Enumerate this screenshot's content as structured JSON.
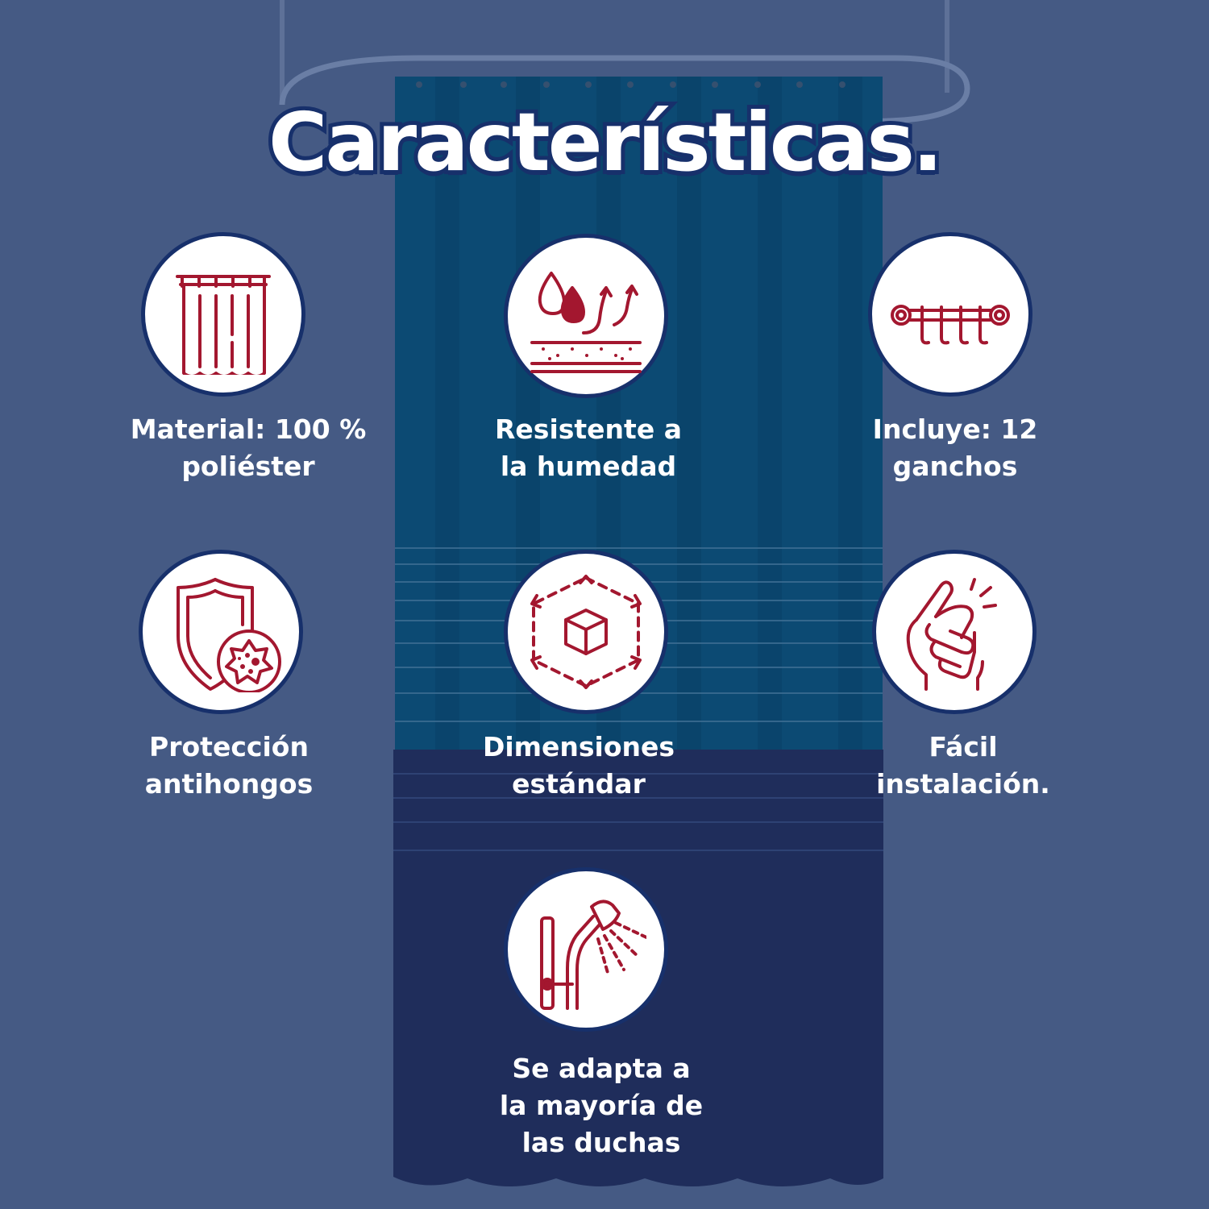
{
  "title": "Características.",
  "features": [
    {
      "icon": "curtain-icon",
      "label": "Material: 100 %\npoliéster"
    },
    {
      "icon": "water-resistant-icon",
      "label": "Resistente a\nla humedad"
    },
    {
      "icon": "curtain-hooks-icon",
      "label": "Incluye: 12\nganchos"
    },
    {
      "icon": "antifungal-shield-icon",
      "label": "Protección\nantihongos"
    },
    {
      "icon": "dimensions-cube-icon",
      "label": "Dimensiones\nestándar"
    },
    {
      "icon": "finger-snap-icon",
      "label": "Fácil\ninstalación."
    },
    {
      "icon": "shower-head-icon",
      "label": "Se adapta a\nla mayoría de\nlas duchas"
    }
  ],
  "colors": {
    "background": "#455a84",
    "curtain_top": "#0c4a73",
    "curtain_bottom": "#1f2d5b",
    "icon": "#a3172f",
    "outline": "#17306b"
  }
}
